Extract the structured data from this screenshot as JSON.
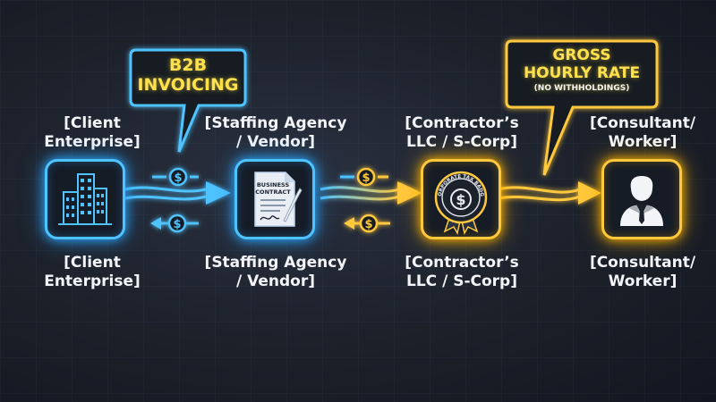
{
  "callouts": {
    "b2b": {
      "line1": "B2B",
      "line2": "INVOICING"
    },
    "gross": {
      "line1": "GROSS",
      "line2": "HOURLY RATE",
      "note": "(NO WITHHOLDINGS)"
    }
  },
  "labels_top": {
    "client": "[Client\nEnterprise]",
    "agency": "[Staffing Agency\n/ Vendor]",
    "llc": "[Contractor’s\nLLC / S-Corp]",
    "consultant": "[Consultant/\nWorker]"
  },
  "labels_bottom": {
    "client": "[Client\nEnterprise]",
    "agency": "[Staffing Agency\n/ Vendor]",
    "llc": "[Contractor’s\nLLC / S-Corp]",
    "consultant": "[Consultant/\nWorker]"
  },
  "contract": {
    "line1": "BUSINESS",
    "line2": "CONTRACT"
  },
  "badge": {
    "text": "CORPORATE TAX BADGE",
    "symbol": "$"
  },
  "flow_symbol": "$",
  "colors": {
    "blue": "#4fc3ff",
    "amber": "#ffc83d",
    "callout_text": "#ffe14d",
    "background": "#1b2029"
  },
  "icons": {
    "client": "office-building-icon",
    "agency": "contract-document-icon",
    "llc": "tax-badge-icon",
    "consultant": "businessman-icon"
  }
}
